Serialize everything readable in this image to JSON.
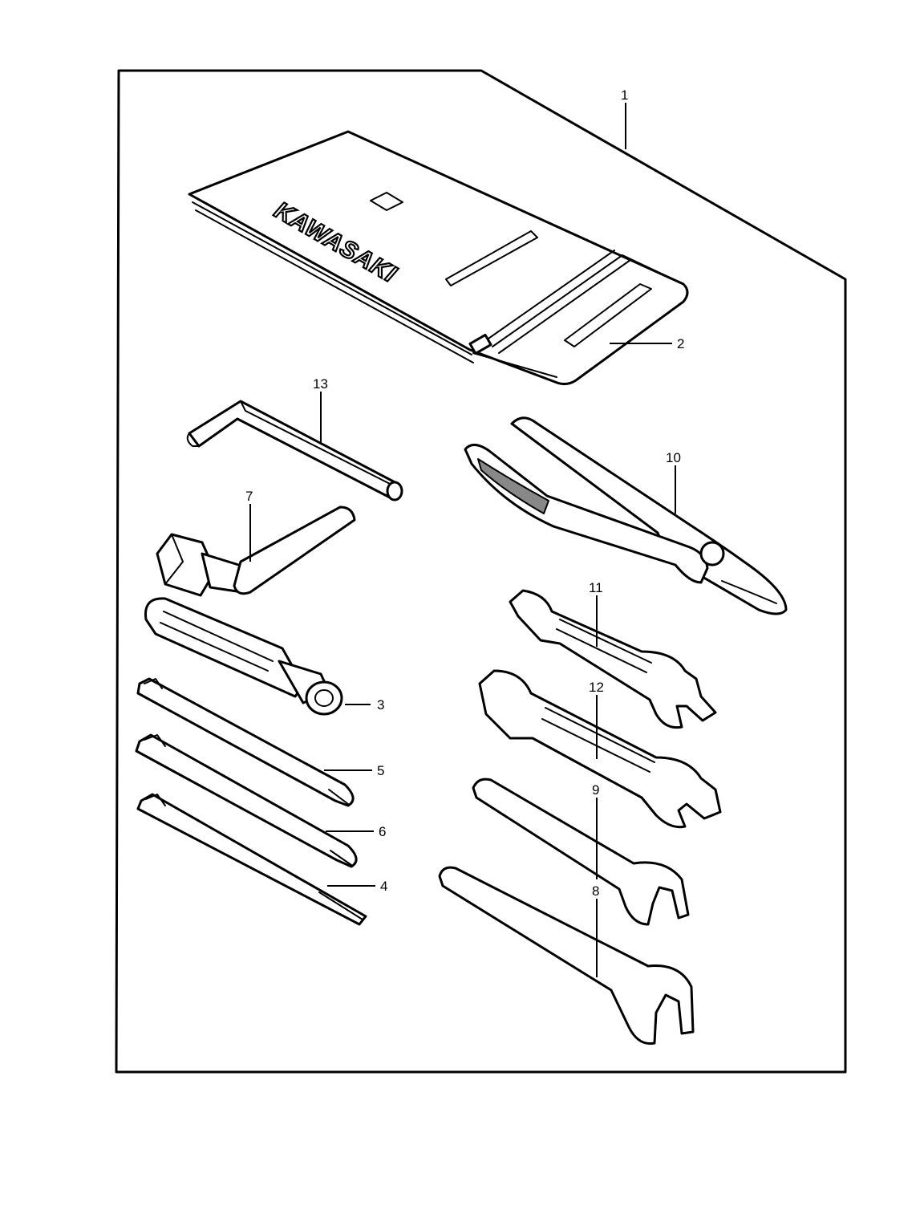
{
  "brand_text": "KAWASAKI",
  "callouts": [
    {
      "id": "1",
      "label": "1"
    },
    {
      "id": "2",
      "label": "2"
    },
    {
      "id": "3",
      "label": "3"
    },
    {
      "id": "4",
      "label": "4"
    },
    {
      "id": "5",
      "label": "5"
    },
    {
      "id": "6",
      "label": "6"
    },
    {
      "id": "7",
      "label": "7"
    },
    {
      "id": "8",
      "label": "8"
    },
    {
      "id": "9",
      "label": "9"
    },
    {
      "id": "10",
      "label": "10"
    },
    {
      "id": "11",
      "label": "11"
    },
    {
      "id": "12",
      "label": "12"
    },
    {
      "id": "13",
      "label": "13"
    }
  ]
}
